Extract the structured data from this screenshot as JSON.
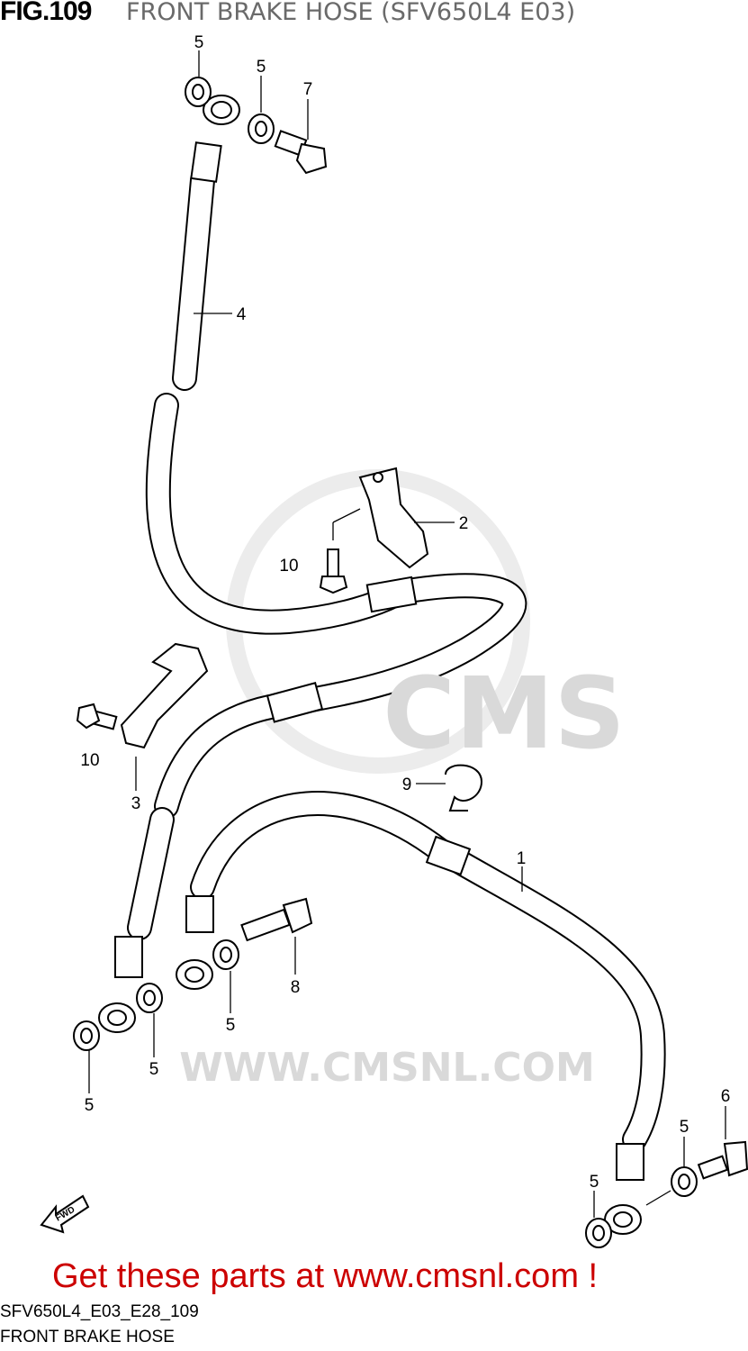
{
  "header": {
    "figure": "FIG.109",
    "subtitle": "FRONT BRAKE HOSE (SFV650L4 E03)"
  },
  "watermark": {
    "logo": "CMS",
    "url": "WWW.CMSNL.COM"
  },
  "callouts": [
    "5",
    "5",
    "7",
    "4",
    "2",
    "10",
    "10",
    "3",
    "9",
    "1",
    "8",
    "5",
    "5",
    "5",
    "6",
    "5",
    "5"
  ],
  "direction_arrow": "FWD",
  "footer": {
    "code": "SFV650L4_E03_E28_109",
    "name": "FRONT BRAKE HOSE",
    "promo": "Get these parts at www.cmsnl.com !",
    "promo_color": "#cc0000"
  }
}
